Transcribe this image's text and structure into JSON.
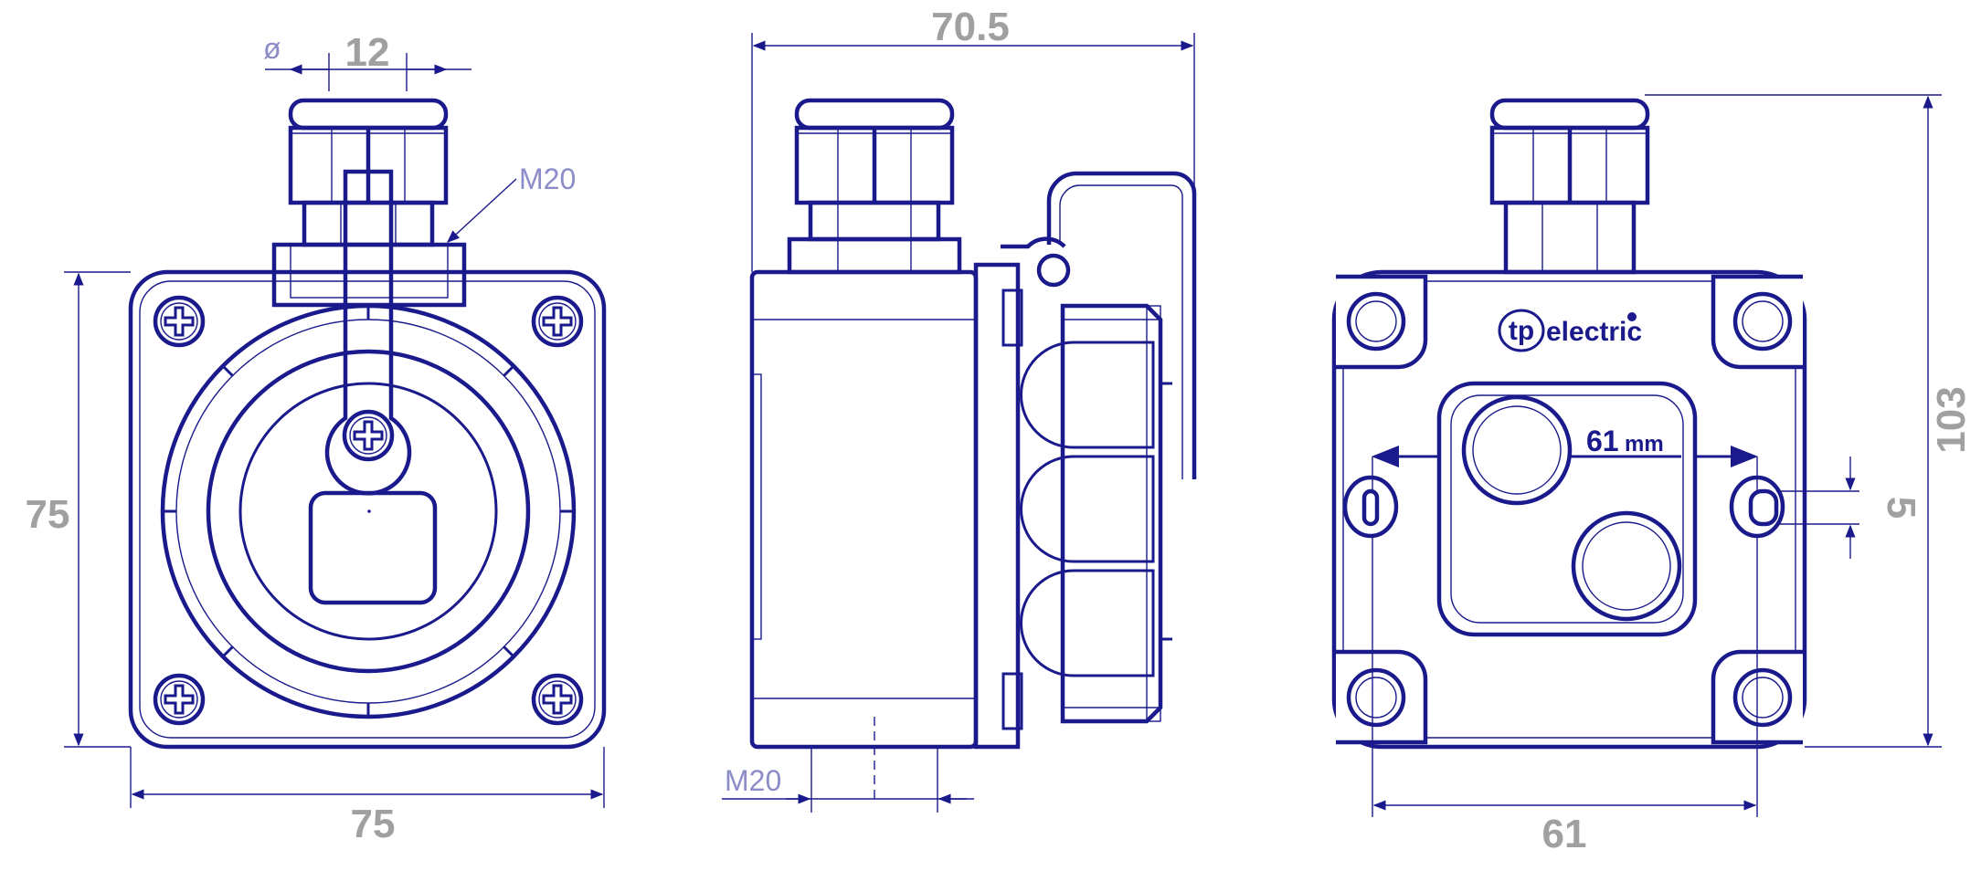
{
  "front_view": {
    "diameter_symbol": "ø",
    "gland_diameter": "12",
    "thread_label": "M20",
    "height_dim": "75",
    "width_dim": "75"
  },
  "side_view": {
    "depth_dim": "70.5",
    "thread_label": "M20"
  },
  "rear_view": {
    "logo_mark": "tp",
    "logo_text": "electric",
    "hole_spacing_label": "61",
    "hole_spacing_unit": "mm",
    "hole_size_dim": "5",
    "total_height_dim": "103",
    "hole_spacing_dim": "61"
  },
  "colors": {
    "line": "#1a1a8c",
    "dimension_text": "#a0a0a0",
    "thread_text": "#8c8cc8"
  }
}
